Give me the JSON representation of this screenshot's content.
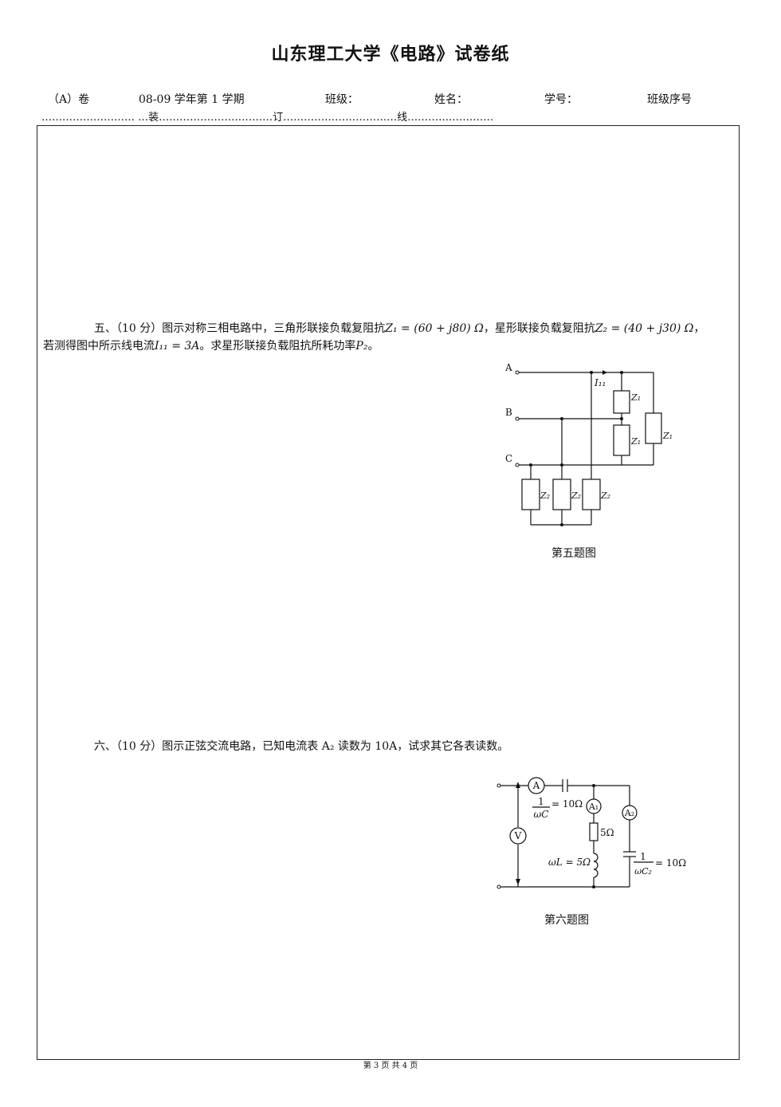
{
  "title": "山东理工大学《电路》试卷纸",
  "header": {
    "paper": "（A）卷",
    "term": "08-09 学年第  1  学期",
    "class": "班级：",
    "name": "姓名：",
    "student_id": "学号：",
    "class_seq": "班级序号"
  },
  "binding_line": "………………………        …装……………………………订……………………………线………….………… ",
  "q5": {
    "lead": "五、（10 分）图示对称三相电路中，三角形联接负载复阻抗",
    "z1_expr": "Z₁ = (60 + j80) Ω",
    "mid": "，星形联接负载复阻抗",
    "z2_expr": "Z₂ = (40 + j30) Ω",
    "tail": "，",
    "line2a": "若测得图中所示线电流",
    "i_expr": "I₁₁ = 3A",
    "line2b": "。求星形联接负载阻抗所耗功率",
    "p_expr": "P₂",
    "end": "。",
    "figure": {
      "caption": "第五题图",
      "nodes": [
        "A",
        "B",
        "C"
      ],
      "current_label": "I₁₁",
      "delta_labels": [
        "Z₁",
        "Z₁",
        "Z₁"
      ],
      "star_labels": [
        "Z₂",
        "Z₂",
        "Z₂"
      ]
    }
  },
  "q6": {
    "text": "六、（10 分）图示正弦交流电路，已知电流表 A₂ 读数为 10A，试求其它各表读数。",
    "figure": {
      "caption": "第六题图",
      "meters": [
        "A",
        "A₁",
        "A₂",
        "V"
      ],
      "c1_num": "1",
      "c1_den": "ωC",
      "c1_val": "= 10Ω",
      "r_label": "5Ω",
      "l_label": "ωL = 5Ω",
      "c2_num": "1",
      "c2_den": "ωC₂",
      "c2_val": "= 10Ω"
    }
  },
  "footer": "第  3  页    共  4  页"
}
